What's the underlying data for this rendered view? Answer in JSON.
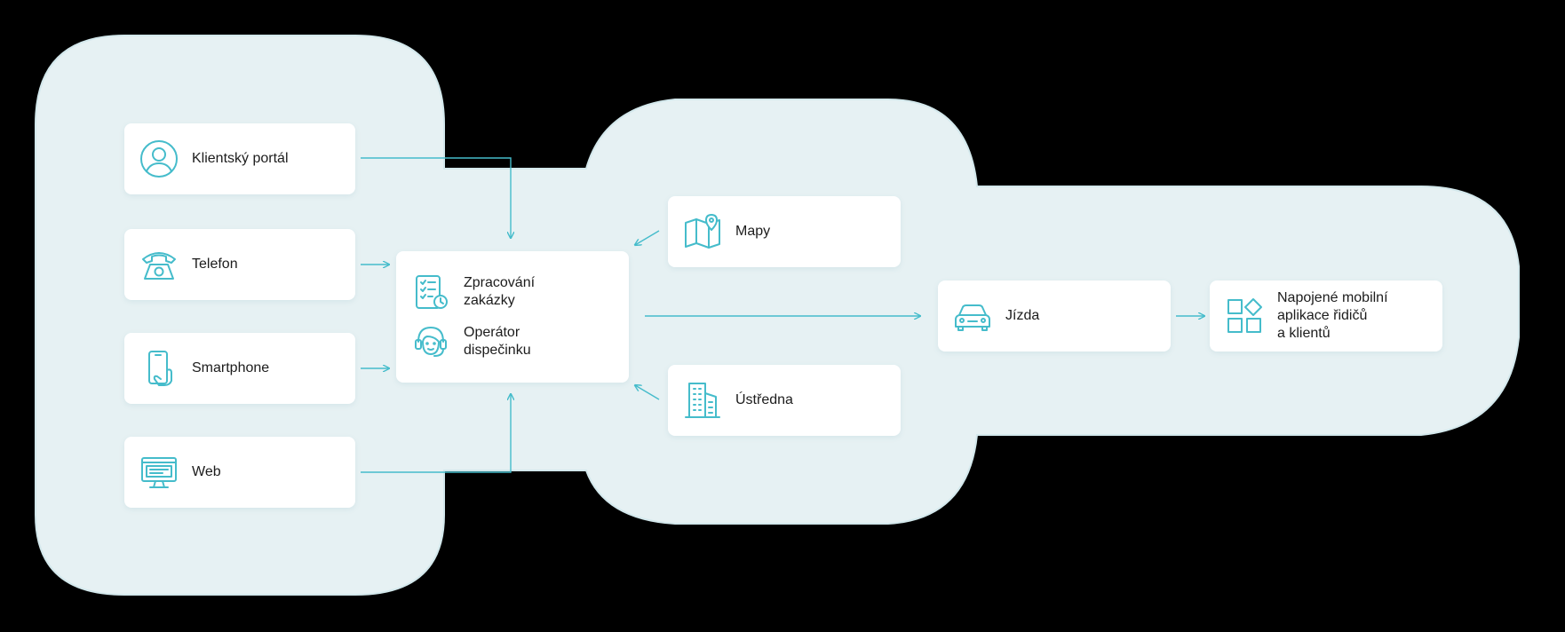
{
  "colors": {
    "background": "#000000",
    "blob": "#e6f1f3",
    "blob_edge": "#d3e8ec",
    "card": "#ffffff",
    "accent": "#45bccb",
    "text": "#1c1c1c"
  },
  "sources": [
    {
      "label": "Klientský portál",
      "icon": "user-icon"
    },
    {
      "label": "Telefon",
      "icon": "telephone-icon"
    },
    {
      "label": "Smartphone",
      "icon": "smartphone-icon"
    },
    {
      "label": "Web",
      "icon": "monitor-icon"
    }
  ],
  "hub": {
    "processing_label": "Zpracování\nzakázky",
    "processing_icon": "checklist-clock-icon",
    "operator_label": "Operátor\ndispečinku",
    "operator_icon": "headset-operator-icon"
  },
  "services": [
    {
      "label": "Mapy",
      "icon": "map-pin-icon"
    },
    {
      "label": "Ústředna",
      "icon": "buildings-icon"
    }
  ],
  "ride": {
    "label": "Jízda",
    "icon": "car-icon"
  },
  "apps": {
    "label": "Napojené mobilní\naplikace řidičů\na klientů",
    "icon": "app-grid-icon"
  }
}
